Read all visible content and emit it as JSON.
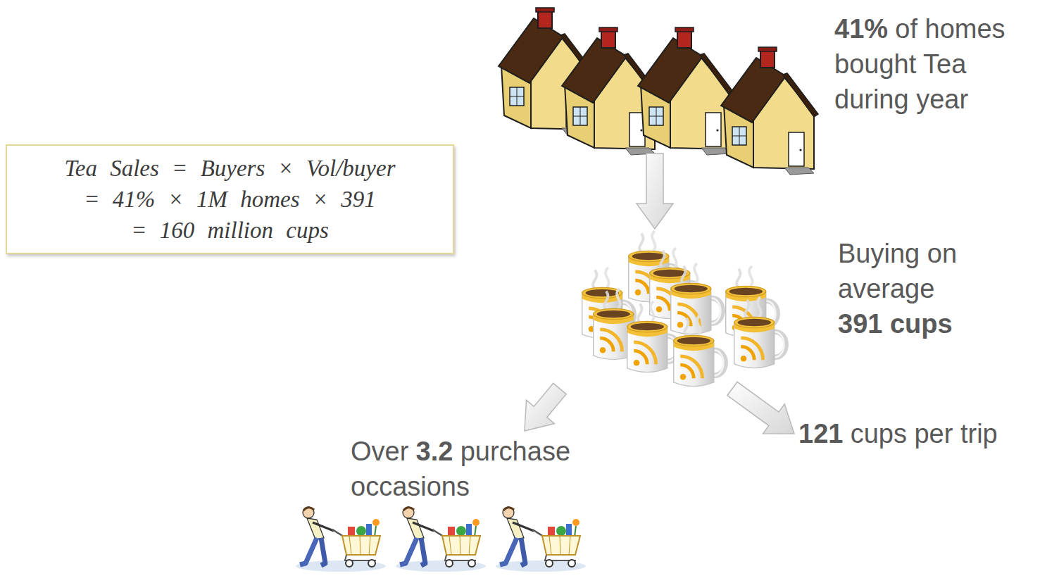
{
  "diagram": {
    "nodes": [
      {
        "text": [
          "41%",
          "of homes bought Tea during year"
        ]
      },
      {
        "text": [
          "Tea Sales = Buyers × Vol/buyer",
          "= 41% × 1M homes × 391",
          "= 160 million cups"
        ]
      },
      {
        "text": [
          "Buying on average",
          "391 cups"
        ]
      },
      {
        "text": [
          "Over",
          "3.2",
          "purchase occasions"
        ]
      },
      {
        "text": [
          "121",
          "cups per trip"
        ]
      }
    ],
    "edges": [
      {
        "from": 0,
        "to": 2,
        "arrow": "to"
      },
      {
        "from": 2,
        "to": 3,
        "arrow": "to"
      },
      {
        "from": 2,
        "to": 4,
        "arrow": "to"
      }
    ]
  }
}
